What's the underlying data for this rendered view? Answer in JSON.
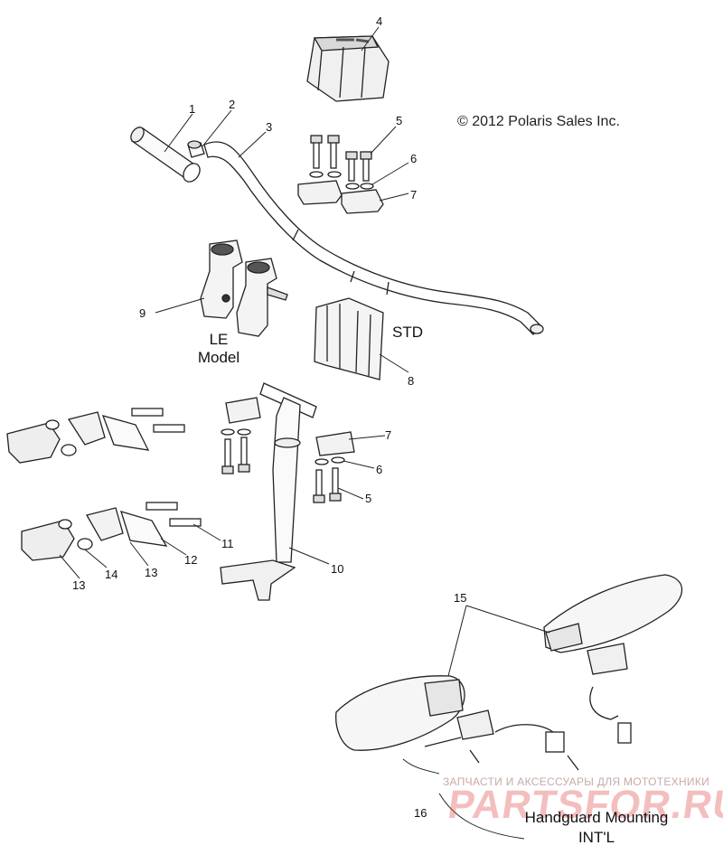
{
  "copyright": "© 2012 Polaris Sales Inc.",
  "labels": {
    "le_model_line1": "LE",
    "le_model_line2": "Model",
    "std": "STD",
    "handguard_line1": "Handguard Mounting",
    "handguard_line2": "INT'L"
  },
  "watermark": {
    "tagline": "ЗАПЧАСТИ И АКСЕССУАРЫ ДЛЯ МОТОТЕХНИКИ",
    "brand": "PARTSFOR.RU"
  },
  "callouts": [
    "1",
    "2",
    "3",
    "4",
    "5",
    "6",
    "7",
    "8",
    "9",
    "10",
    "11",
    "12",
    "13",
    "14",
    "15",
    "16"
  ],
  "callouts_repeat": [
    "7",
    "6",
    "5",
    "13"
  ]
}
